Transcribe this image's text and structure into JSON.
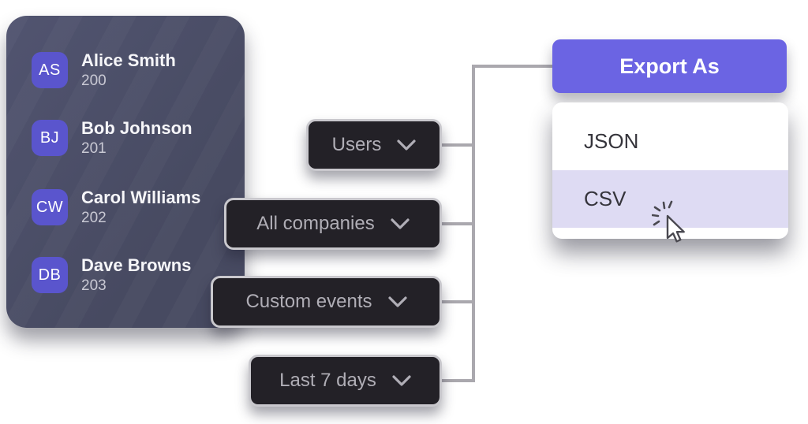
{
  "users_panel": {
    "items": [
      {
        "initials": "AS",
        "name": "Alice Smith",
        "value": "200"
      },
      {
        "initials": "BJ",
        "name": "Bob Johnson",
        "value": "201"
      },
      {
        "initials": "CW",
        "name": "Carol Williams",
        "value": "202"
      },
      {
        "initials": "DB",
        "name": "Dave Browns",
        "value": "203"
      }
    ]
  },
  "filters": {
    "users": {
      "label": "Users"
    },
    "companies": {
      "label": "All companies"
    },
    "events": {
      "label": "Custom events"
    },
    "range": {
      "label": "Last 7 days"
    }
  },
  "export_menu": {
    "button_label": "Export As",
    "options": [
      {
        "label": "JSON",
        "selected": false
      },
      {
        "label": "CSV",
        "selected": true
      }
    ]
  },
  "colors": {
    "accent_purple": "#6b64e3",
    "avatar_purple": "#5a55cd",
    "panel_background": "#484b63",
    "selected_option_lavender": "#dedbf3",
    "connector_gray": "#aaa8ae",
    "dropdown_background": "#232127"
  }
}
